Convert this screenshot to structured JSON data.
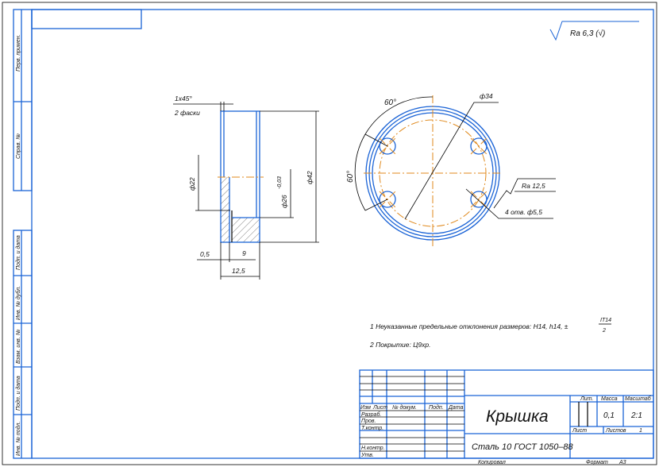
{
  "title_block": {
    "part_name": "Крышка",
    "material": "Сталь 10  ГОСТ 1050–88",
    "headers": {
      "izm": "Изм",
      "list": "Лист",
      "doc": "№ докум.",
      "sign": "Подп.",
      "date": "Дата"
    },
    "roles": [
      "Разраб.",
      "Пров.",
      "Т.контр.",
      "Н.контр.",
      "Утв."
    ],
    "lit_label": "Лит.",
    "mass_label": "Масса",
    "scale_label": "Масштаб",
    "mass": "0,1",
    "scale": "2:1",
    "sheet_label": "Лист",
    "sheets_label": "Листов",
    "sheets": "1",
    "copied": "Копировал",
    "format_label": "Формат",
    "format": "А3"
  },
  "side_stamps": [
    "Перв. примен.",
    "Справ. №",
    "Подп. и дата",
    "Инв. № дубл.",
    "Взам. инв. №",
    "Подп. и дата",
    "Инв. № подл."
  ],
  "roughness": {
    "general": "Ra 6,3 (√)",
    "holes": "Ra 12,5"
  },
  "section_view": {
    "chamfer": "1x45°",
    "chamfer_note": "2 фаски",
    "d22": "ф22",
    "d26": "ф26",
    "d26_tol": "-0,03",
    "d42": "ф42",
    "w05": "0,5",
    "w9": "9",
    "w125": "12,5"
  },
  "plan_view": {
    "d34": "ф34",
    "angle1": "60°",
    "angle2": "60°",
    "holes": "4 отв. ф5,5"
  },
  "notes": [
    "1 Неуказанные предельные отклонения размеров: H14, h14, ±",
    "2  Покрытие: Ц9хр."
  ],
  "note_fraction": {
    "num": "IT14",
    "den": "2"
  }
}
